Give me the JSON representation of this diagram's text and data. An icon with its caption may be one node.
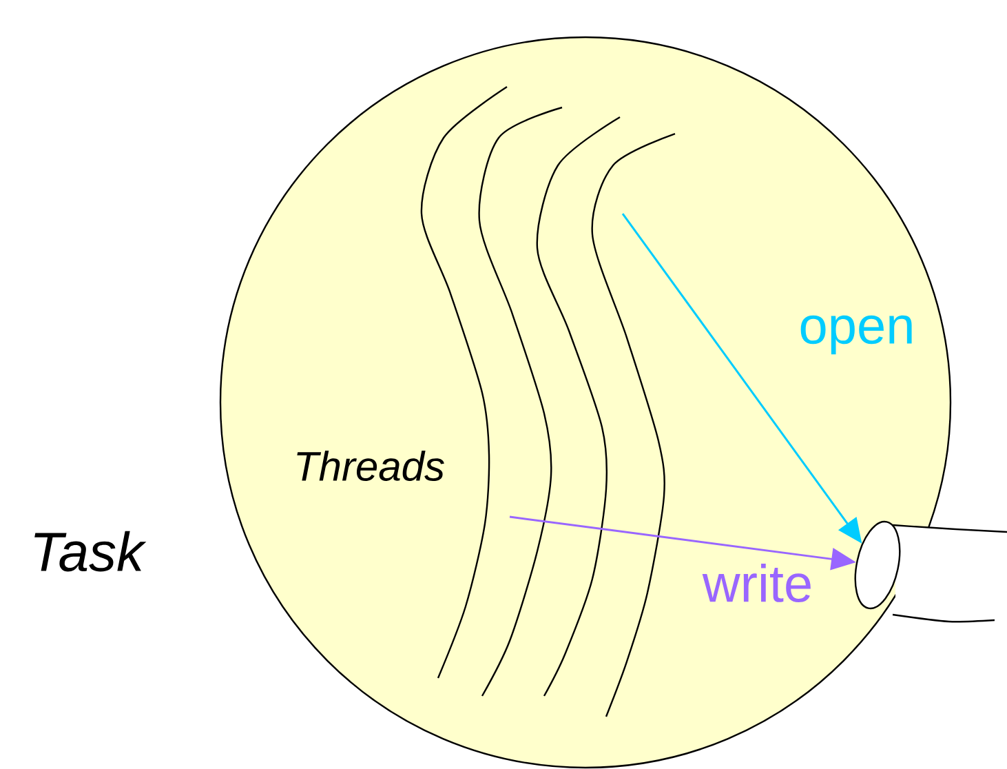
{
  "diagram": {
    "nodes": [
      {
        "text": [
          "Task"
        ]
      },
      {
        "text": [],
        "shape": "cylinder"
      }
    ],
    "edges": [
      {
        "from": 0,
        "to": 1,
        "arrow": "to",
        "label": "open",
        "color": "#00ccff"
      },
      {
        "from": 0,
        "to": 1,
        "arrow": "to",
        "label": "write",
        "color": "#9966ff"
      }
    ],
    "labels": [
      "Threads"
    ]
  }
}
